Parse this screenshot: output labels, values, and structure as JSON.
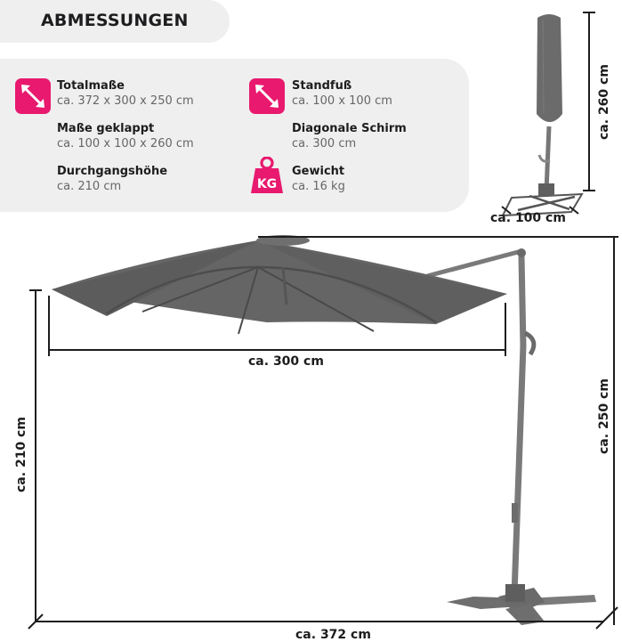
{
  "header": {
    "title": "ABMESSUNGEN"
  },
  "specs": [
    {
      "label": "Totalmaße",
      "value": "ca. 372 x 300 x 250 cm",
      "icon": "diagonal-arrows-icon"
    },
    {
      "label": "Maße geklappt",
      "value": "ca. 100 x 100 x 260 cm"
    },
    {
      "label": "Durchgangshöhe",
      "value": "ca. 210 cm"
    },
    {
      "label": "Standfuß",
      "value": "ca. 100 x 100 cm",
      "icon": "diagonal-arrows-icon"
    },
    {
      "label": "Diagonale Schirm",
      "value": "ca. 300 cm"
    },
    {
      "label": "Gewicht",
      "value": "ca. 16 kg",
      "icon": "weight-kg-icon",
      "icon_text": "KG"
    }
  ],
  "dimensions": {
    "canopy_diameter": "ca. 300 cm",
    "clearance_height": "ca. 210 cm",
    "total_height": "ca. 250 cm",
    "total_width": "ca. 372 cm",
    "folded_height": "ca. 260 cm",
    "folded_base": "ca. 100 cm"
  },
  "colors": {
    "accent": "#e8196e",
    "panel": "#efefef",
    "canopy": "#656566",
    "pole": "#767676",
    "dimension_line": "#1d1d1f"
  }
}
